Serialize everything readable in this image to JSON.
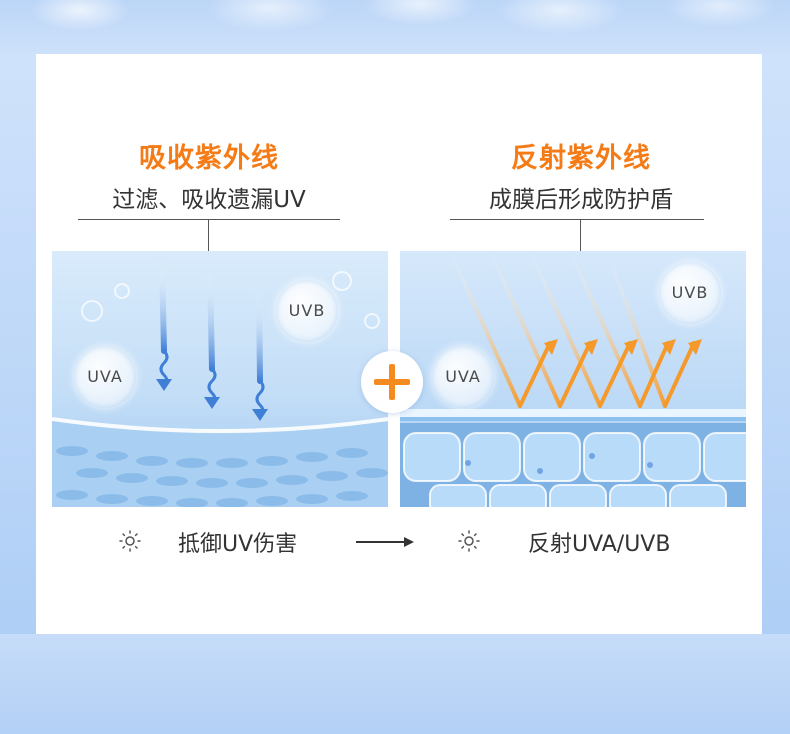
{
  "left": {
    "heading": "吸收紫外线",
    "subheading": "过滤、吸收遗漏UV",
    "badge_uva": "UVA",
    "badge_uvb": "UVB",
    "caption": "抵御UV伤害"
  },
  "right": {
    "heading": "反射紫外线",
    "subheading": "成膜后形成防护盾",
    "badge_uva": "UVA",
    "badge_uvb": "UVB",
    "caption": "反射UVA/UVB"
  },
  "colors": {
    "accent": "#f47b16",
    "text": "#333333",
    "ray_blue": "#3f7fd6",
    "ray_orange": "#f59a2a"
  },
  "icons": {
    "plus": "plus-icon",
    "sun": "sun-icon",
    "arrow": "arrow-right-icon"
  }
}
